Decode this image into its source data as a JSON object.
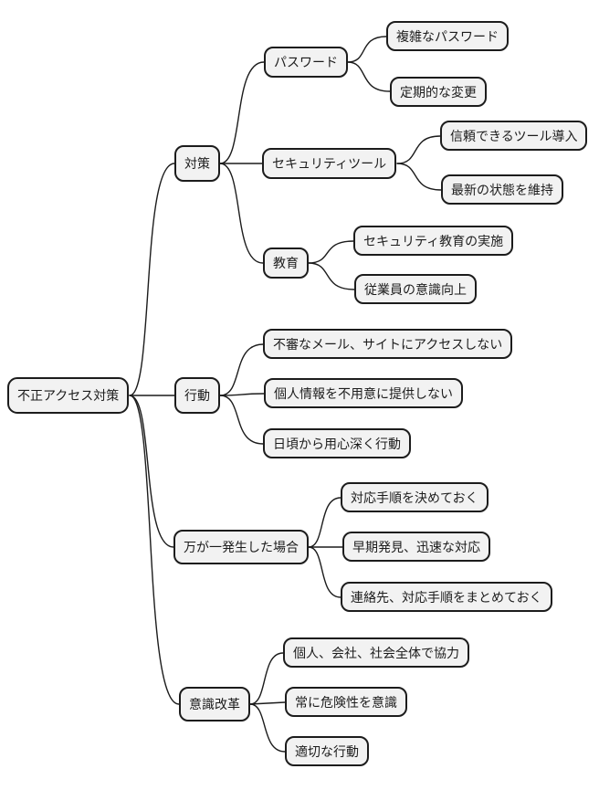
{
  "map": {
    "root": {
      "label": "不正アクセス対策"
    },
    "branches": [
      {
        "label": "対策",
        "children": [
          {
            "label": "パスワード",
            "children": [
              {
                "label": "複雑なパスワード"
              },
              {
                "label": "定期的な変更"
              }
            ]
          },
          {
            "label": "セキュリティツール",
            "children": [
              {
                "label": "信頼できるツール導入"
              },
              {
                "label": "最新の状態を維持"
              }
            ]
          },
          {
            "label": "教育",
            "children": [
              {
                "label": "セキュリティ教育の実施"
              },
              {
                "label": "従業員の意識向上"
              }
            ]
          }
        ]
      },
      {
        "label": "行動",
        "children": [
          {
            "label": "不審なメール、サイトにアクセスしない"
          },
          {
            "label": "個人情報を不用意に提供しない"
          },
          {
            "label": "日頃から用心深く行動"
          }
        ]
      },
      {
        "label": "万が一発生した場合",
        "children": [
          {
            "label": "対応手順を決めておく"
          },
          {
            "label": "早期発見、迅速な対応"
          },
          {
            "label": "連絡先、対応手順をまとめておく"
          }
        ]
      },
      {
        "label": "意識改革",
        "children": [
          {
            "label": "個人、会社、社会全体で協力"
          },
          {
            "label": "常に危険性を意識"
          },
          {
            "label": "適切な行動"
          }
        ]
      }
    ],
    "colors": {
      "background": "#ffffff",
      "node_fill": "#f2f2f2",
      "node_border": "#1c1c1c",
      "connector": "#1c1c1c"
    }
  }
}
